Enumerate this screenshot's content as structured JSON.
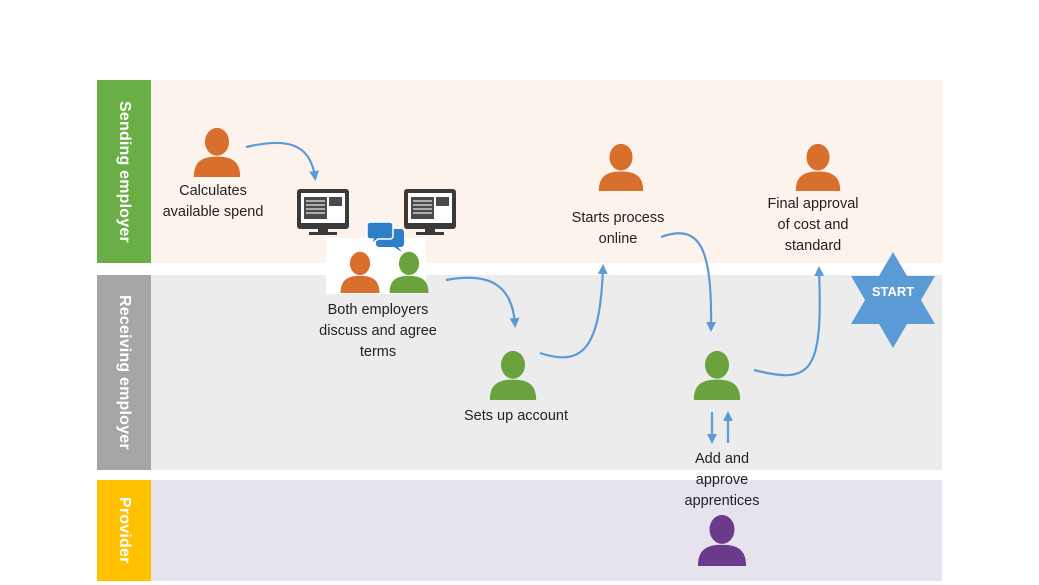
{
  "lanes": {
    "sending": {
      "label": "Sending employer",
      "tab_color": "#6aaf45",
      "bg_color": "#fcf4ec"
    },
    "receiving": {
      "label": "Receiving employer",
      "tab_color": "#a6a6a6",
      "bg_color": "#ececec"
    },
    "provider": {
      "label": "Provider",
      "tab_color": "#ffc000",
      "bg_color": "#e7e3ee"
    }
  },
  "steps": {
    "calculates": "Calculates\navailable spend",
    "discuss": "Both employers\ndiscuss and agree\nterms",
    "setup": "Sets up account",
    "starts": "Starts process\nonline",
    "add_approve": "Add and\napprove\napprentices",
    "final": "Final approval\nof cost and\nstandard"
  },
  "start_label": "START",
  "colors": {
    "sending_person": "#d86f2c",
    "receiving_person": "#6aa33e",
    "provider_person": "#6a3b8a",
    "arrow": "#5b9bd5",
    "star": "#5b9bd5",
    "chat": "#2f7fc8",
    "monitor": "#3a3a3a"
  },
  "icons": [
    "person-icon",
    "computer-icon",
    "chat-bubble-icon",
    "star-icon",
    "arrow-icon"
  ]
}
